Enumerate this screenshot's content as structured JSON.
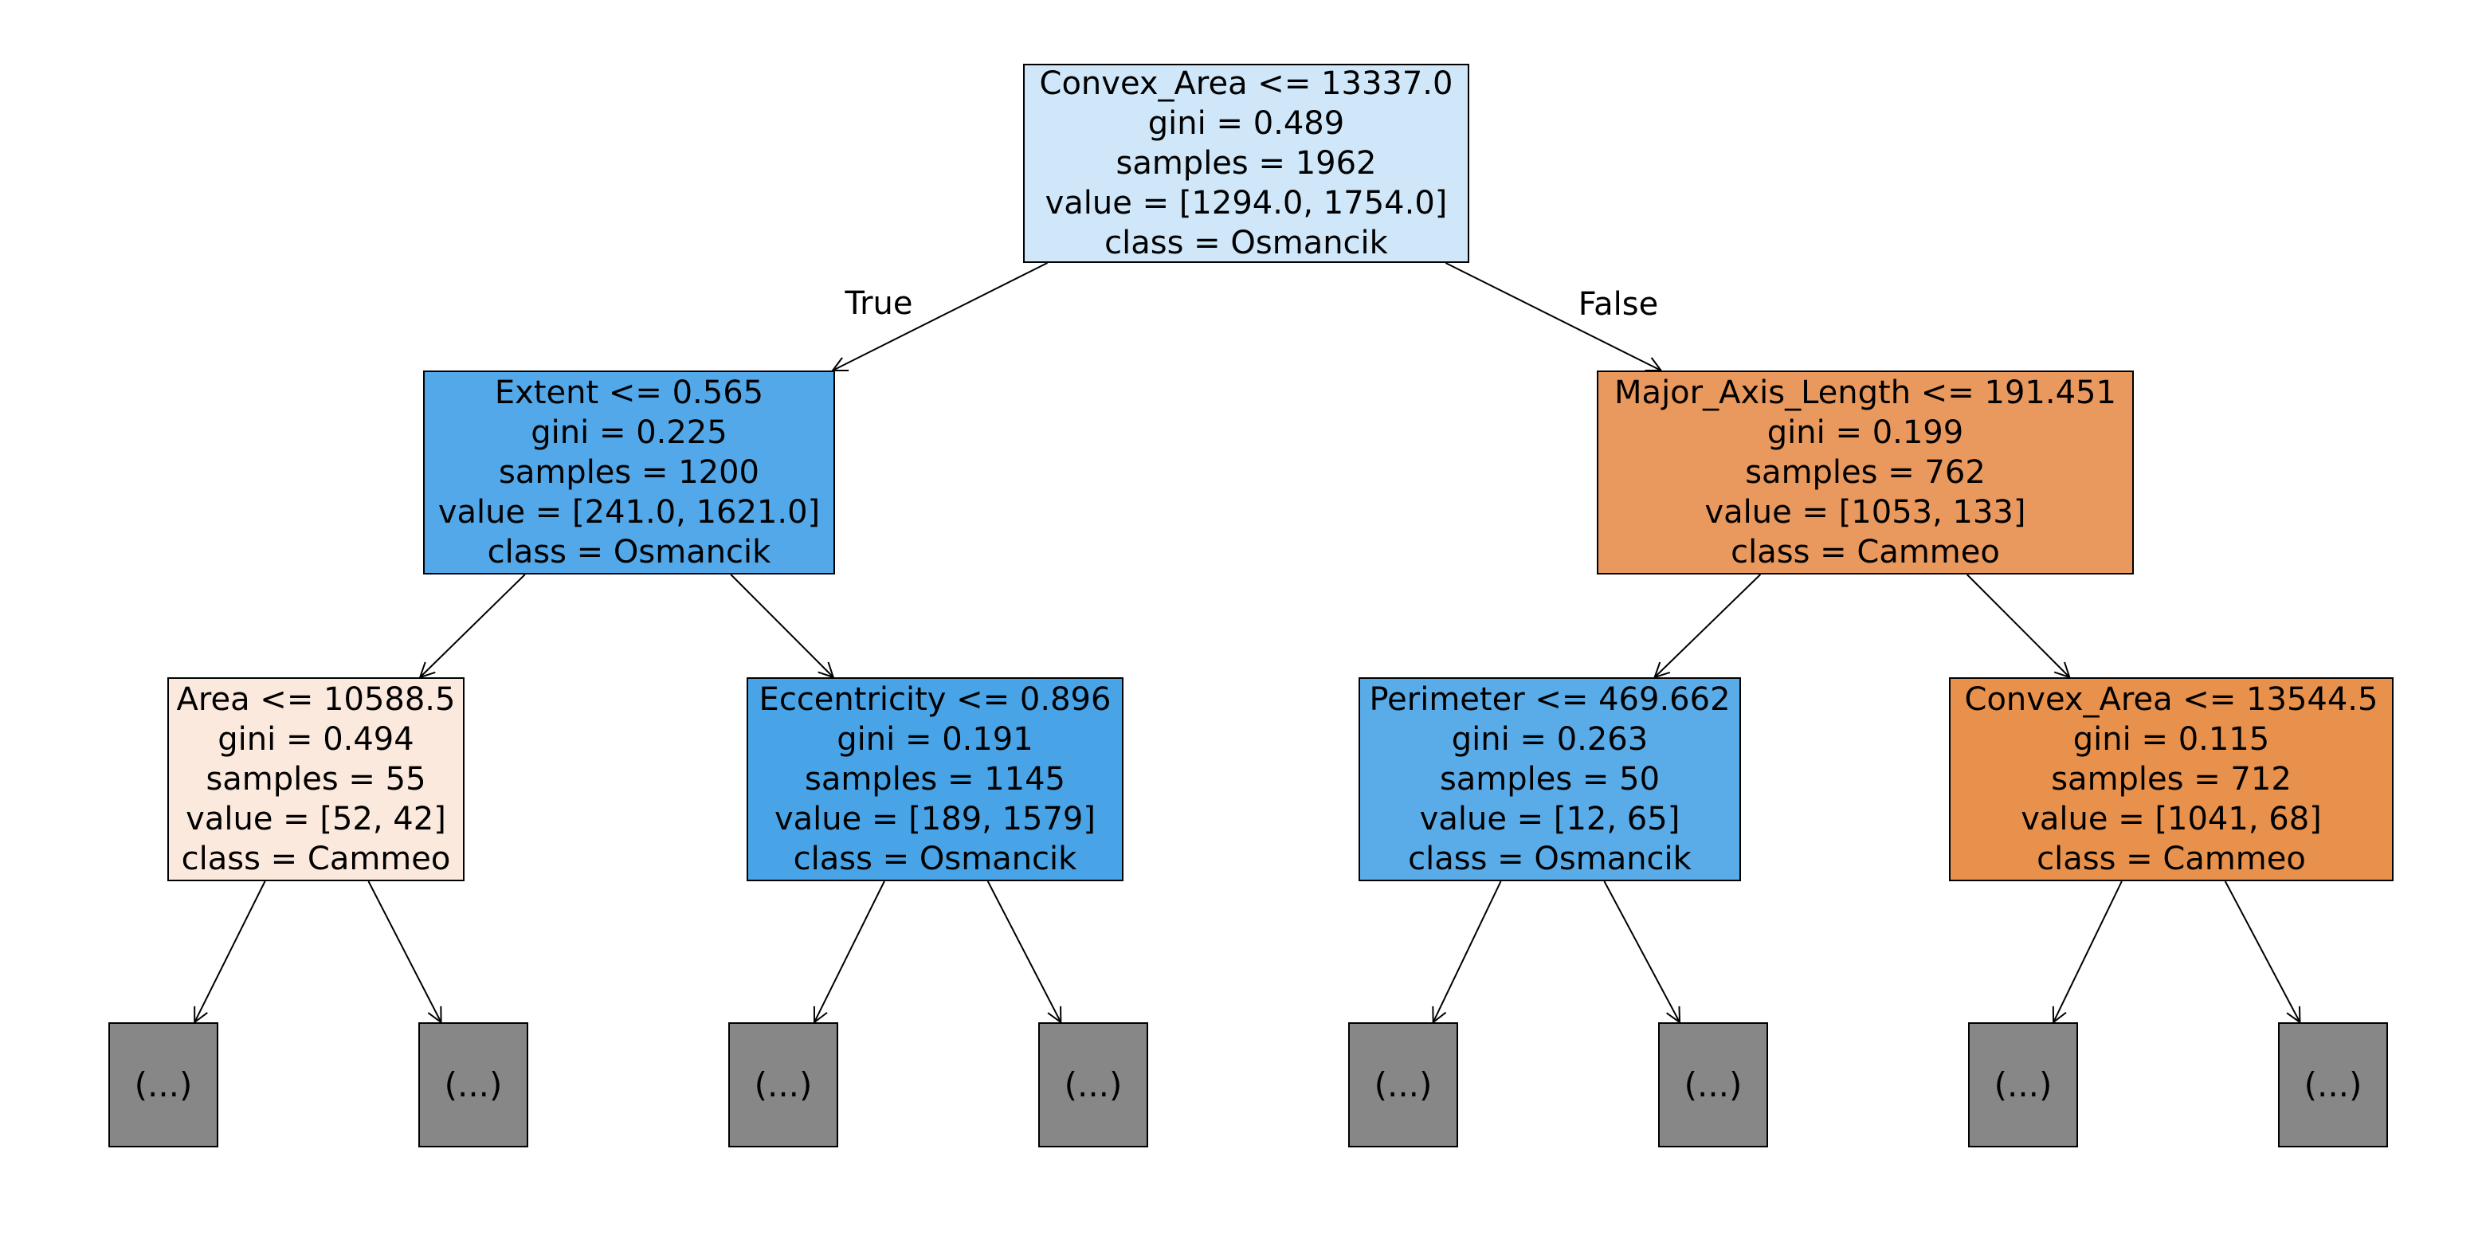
{
  "figure": {
    "background": "#ffffff",
    "node_border_color": "#000000",
    "edge_color": "#000000",
    "leaf_color": "#878787",
    "leaf_label": "(...)"
  },
  "edge_labels": {
    "true": "True",
    "false": "False"
  },
  "class_names": [
    "Cammeo",
    "Osmancik"
  ],
  "nodes": {
    "root": {
      "condition": "Convex_Area <= 13337.0",
      "gini": "gini = 0.489",
      "samples": "samples = 1962",
      "value": "value = [1294.0, 1754.0]",
      "class": "class = Osmancik",
      "color": "#cfe7f8"
    },
    "extent": {
      "condition": "Extent <= 0.565",
      "gini": "gini = 0.225",
      "samples": "samples = 1200",
      "value": "value = [241.0, 1621.0]",
      "class": "class = Osmancik",
      "color": "#52a8e8"
    },
    "major": {
      "condition": "Major_Axis_Length <= 191.451",
      "gini": "gini = 0.199",
      "samples": "samples = 762",
      "value": "value = [1053, 133]",
      "class": "class = Cammeo",
      "color": "#e9995d"
    },
    "area": {
      "condition": "Area <= 10588.5",
      "gini": "gini = 0.494",
      "samples": "samples = 55",
      "value": "value = [52, 42]",
      "class": "class = Cammeo",
      "color": "#fbe9dd"
    },
    "eccentricity": {
      "condition": "Eccentricity <= 0.896",
      "gini": "gini = 0.191",
      "samples": "samples = 1145",
      "value": "value = [189, 1579]",
      "class": "class = Osmancik",
      "color": "#48a4e7"
    },
    "perimeter": {
      "condition": "Perimeter <= 469.662",
      "gini": "gini = 0.263",
      "samples": "samples = 50",
      "value": "value = [12, 65]",
      "class": "class = Osmancik",
      "color": "#5aace9"
    },
    "convex2": {
      "condition": "Convex_Area <= 13544.5",
      "gini": "gini = 0.115",
      "samples": "samples = 712",
      "value": "value = [1041, 68]",
      "class": "class = Cammeo",
      "color": "#e8914c"
    }
  }
}
